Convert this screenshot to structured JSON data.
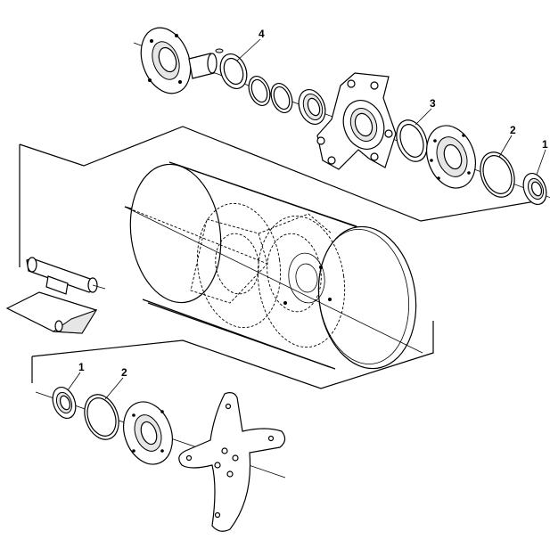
{
  "diagram": {
    "callouts": [
      {
        "id": "4",
        "label": "4"
      },
      {
        "id": "3",
        "label": "3"
      },
      {
        "id": "2-top",
        "label": "2"
      },
      {
        "id": "1-top",
        "label": "1"
      },
      {
        "id": "1-bottom",
        "label": "1"
      },
      {
        "id": "2-bottom",
        "label": "2"
      }
    ]
  }
}
